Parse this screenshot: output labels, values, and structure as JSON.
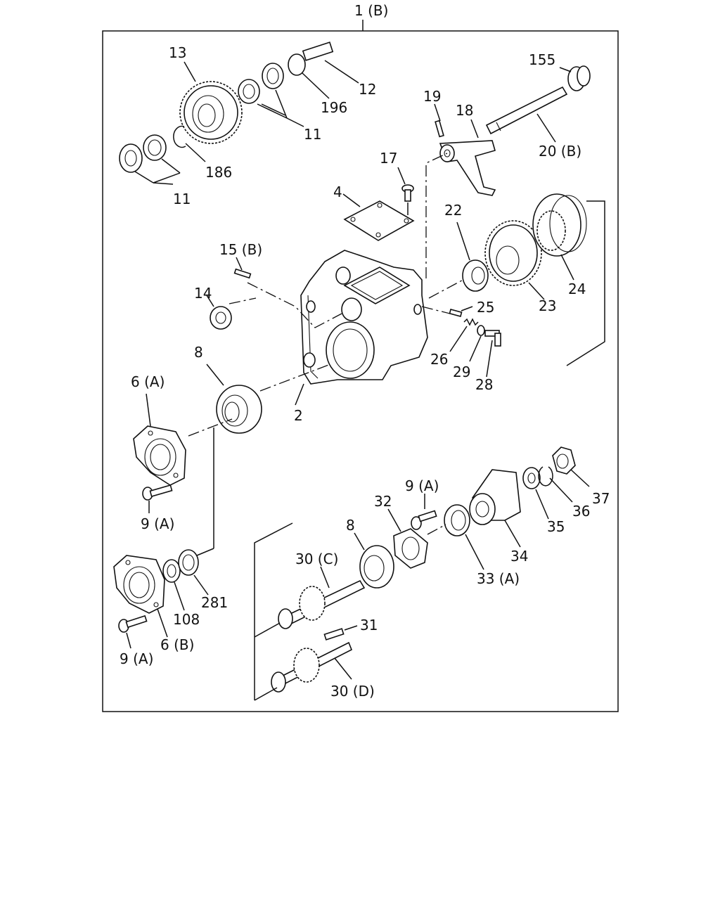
{
  "diagram": {
    "labels": {
      "assembly": "1 (B)",
      "p13": "13",
      "p12": "12",
      "p196": "196",
      "p11a": "11",
      "p11b": "11",
      "p186": "186",
      "p155": "155",
      "p19": "19",
      "p18": "18",
      "p20b": "20 (B)",
      "p17": "17",
      "p4": "4",
      "p22": "22",
      "p15b": "15 (B)",
      "p14": "14",
      "p24": "24",
      "p23": "23",
      "p25": "25",
      "p8a": "8",
      "p26": "26",
      "p29": "29",
      "p28": "28",
      "p6a": "6 (A)",
      "p2": "2",
      "p9a1": "9 (A)",
      "p9a2": "9 (A)",
      "p9a3": "9 (A)",
      "p32": "32",
      "p8b": "8",
      "p37": "37",
      "p36": "36",
      "p35": "35",
      "p34": "34",
      "p30c": "30 (C)",
      "p33a": "33 (A)",
      "p281": "281",
      "p108": "108",
      "p6b": "6 (B)",
      "p31": "31",
      "p30d": "30 (D)"
    }
  }
}
